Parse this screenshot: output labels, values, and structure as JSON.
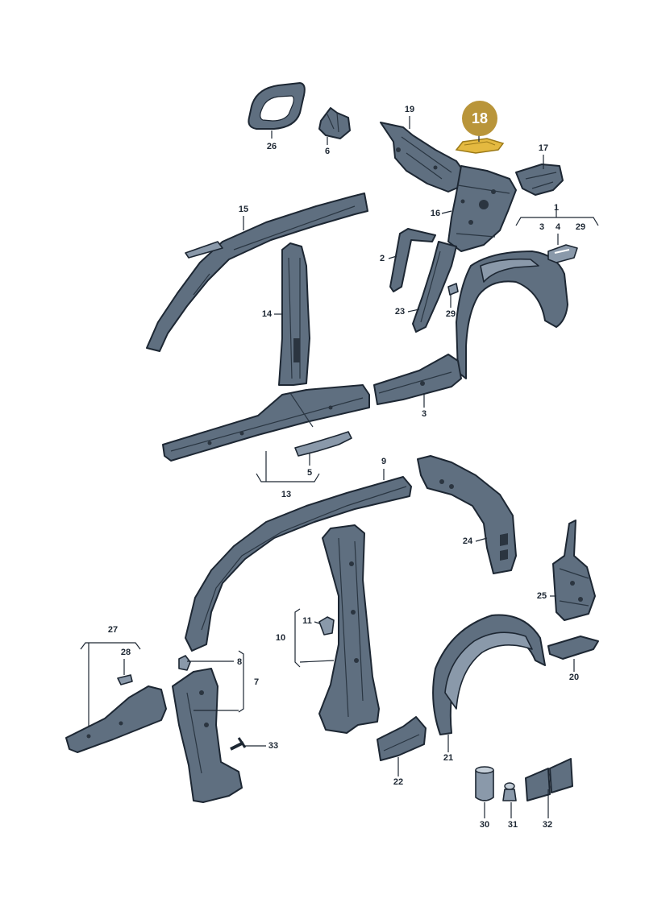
{
  "diagram": {
    "highlight_color": "#b9953a",
    "part_color": "#5f6f80",
    "highlighted_part": "18",
    "labels": {
      "p26": "26",
      "p6": "6",
      "p19": "19",
      "p18": "18",
      "p17": "17",
      "p16": "16",
      "p1": "1",
      "p3a": "3",
      "p4": "4",
      "p29a": "29",
      "p15": "15",
      "p2": "2",
      "p14": "14",
      "p23": "23",
      "p29b": "29",
      "p3b": "3",
      "p5": "5",
      "p13": "13",
      "p9": "9",
      "p24": "24",
      "p25": "25",
      "p11": "11",
      "p10": "10",
      "p27": "27",
      "p28": "28",
      "p8": "8",
      "p7": "7",
      "p20": "20",
      "p33": "33",
      "p21": "21",
      "p22": "22",
      "p30": "30",
      "p31": "31",
      "p32": "32"
    }
  }
}
